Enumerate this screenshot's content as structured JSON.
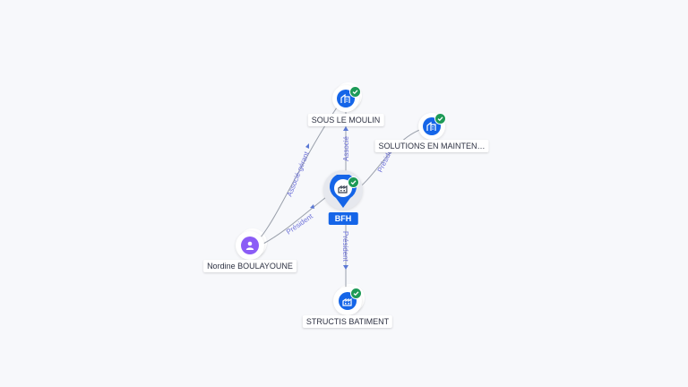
{
  "nodes": {
    "bfh": {
      "label": "BFH",
      "icon": "factory-icon",
      "color": "#1565e8",
      "verified": true
    },
    "sous_le_moulin": {
      "label": "SOUS LE MOULIN",
      "icon": "building-icon",
      "color": "#1565e8",
      "verified": true
    },
    "solutions": {
      "label": "SOLUTIONS EN MAINTEN…",
      "icon": "building-icon",
      "color": "#1565e8",
      "verified": true
    },
    "structis": {
      "label": "STRUCTIS BATIMENT",
      "icon": "factory-icon",
      "color": "#1565e8",
      "verified": true
    },
    "nordine": {
      "label": "Nordine BOULAYOUNE",
      "icon": "person-icon",
      "color": "#8b5cf6",
      "verified": false
    }
  },
  "edges": {
    "bfh_sous_le_moulin": "Associé",
    "bfh_solutions": "Président",
    "bfh_structis": "Président",
    "nordine_sous_le_moulin": "Associé-gérant",
    "nordine_bfh": "Président"
  },
  "colors": {
    "accent": "#1565e8",
    "person": "#8b5cf6",
    "verified": "#1d9a57",
    "edge": "#9aa0ab",
    "edge_label": "#6f73d9"
  }
}
